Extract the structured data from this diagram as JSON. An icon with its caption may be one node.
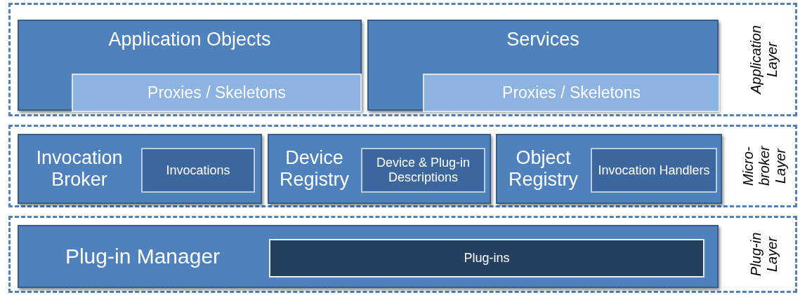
{
  "diagram": {
    "nodes": [
      {
        "text": [
          "Application Layer"
        ]
      },
      {
        "text": [
          "Application Objects"
        ],
        "in": 0
      },
      {
        "text": [
          "Proxies / Skeletons"
        ],
        "in": 1
      },
      {
        "text": [
          "Services"
        ],
        "in": 0
      },
      {
        "text": [
          "Proxies / Skeletons"
        ],
        "in": 3
      },
      {
        "text": [
          "Micro-broker Layer"
        ]
      },
      {
        "text": [
          "Invocation Broker"
        ],
        "in": 5
      },
      {
        "text": [
          "Invocations"
        ],
        "in": 6
      },
      {
        "text": [
          "Device Registry"
        ],
        "in": 5
      },
      {
        "text": [
          "Device & Plug-in Descriptions"
        ],
        "in": 8
      },
      {
        "text": [
          "Object Registry"
        ],
        "in": 5
      },
      {
        "text": [
          "Invocation Handlers"
        ],
        "in": 10
      },
      {
        "text": [
          "Plug-in Layer"
        ]
      },
      {
        "text": [
          "Plug-in Manager"
        ],
        "in": 12
      },
      {
        "text": [
          "Plug-ins"
        ],
        "in": 13
      }
    ]
  }
}
